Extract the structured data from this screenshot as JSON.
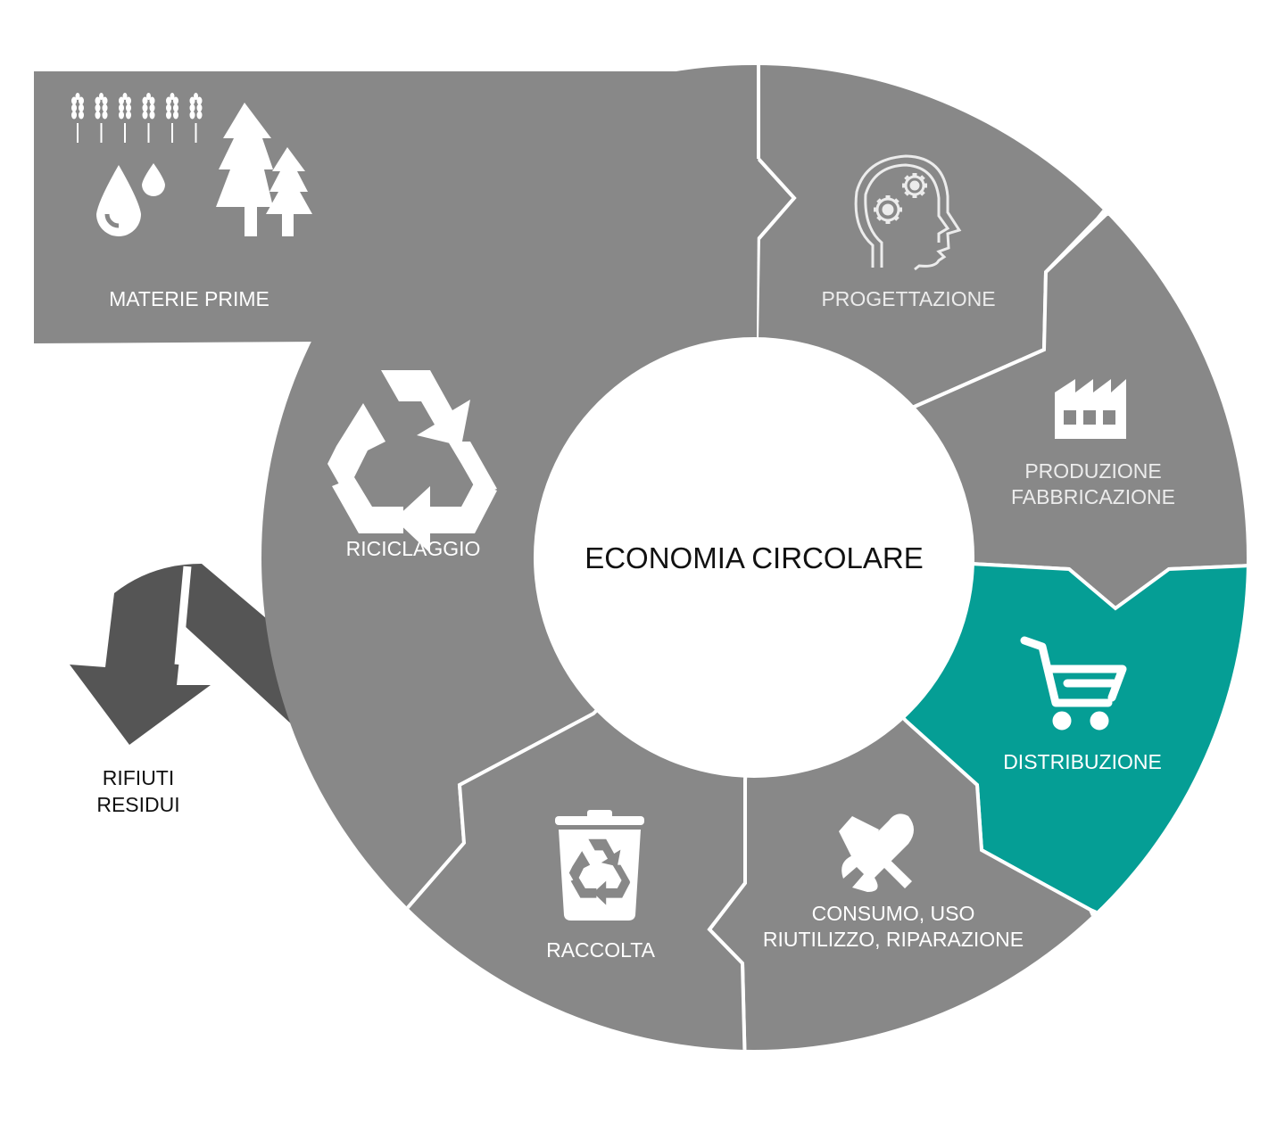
{
  "title": "ECONOMIA CIRCOLARE",
  "colors": {
    "segment": "#888888",
    "highlight": "#059e95",
    "waste_arrow": "#555555",
    "background": "#ffffff",
    "center": "#ffffff"
  },
  "stages": [
    {
      "id": "materie-prime",
      "label": "MATERIE PRIME",
      "icon": "wheat-water-trees-icon"
    },
    {
      "id": "progettazione",
      "label": "PROGETTAZIONE",
      "icon": "head-gears-icon"
    },
    {
      "id": "produzione",
      "label_lines": [
        "PRODUZIONE",
        "FABBRICAZIONE"
      ],
      "icon": "factory-icon"
    },
    {
      "id": "distribuzione",
      "label": "DISTRIBUZIONE",
      "icon": "shopping-cart-icon",
      "highlighted": true
    },
    {
      "id": "consumo",
      "label_lines": [
        "CONSUMO, USO",
        "RIUTILIZZO, RIPARAZIONE"
      ],
      "icon": "wrench-hammer-icon"
    },
    {
      "id": "raccolta",
      "label": "RACCOLTA",
      "icon": "recycle-bin-icon"
    },
    {
      "id": "riciclaggio",
      "label": "RICICLAGGIO",
      "icon": "recycle-icon"
    }
  ],
  "waste": {
    "label_lines": [
      "RIFIUTI",
      "RESIDUI"
    ],
    "icon": "down-arrow-icon"
  }
}
